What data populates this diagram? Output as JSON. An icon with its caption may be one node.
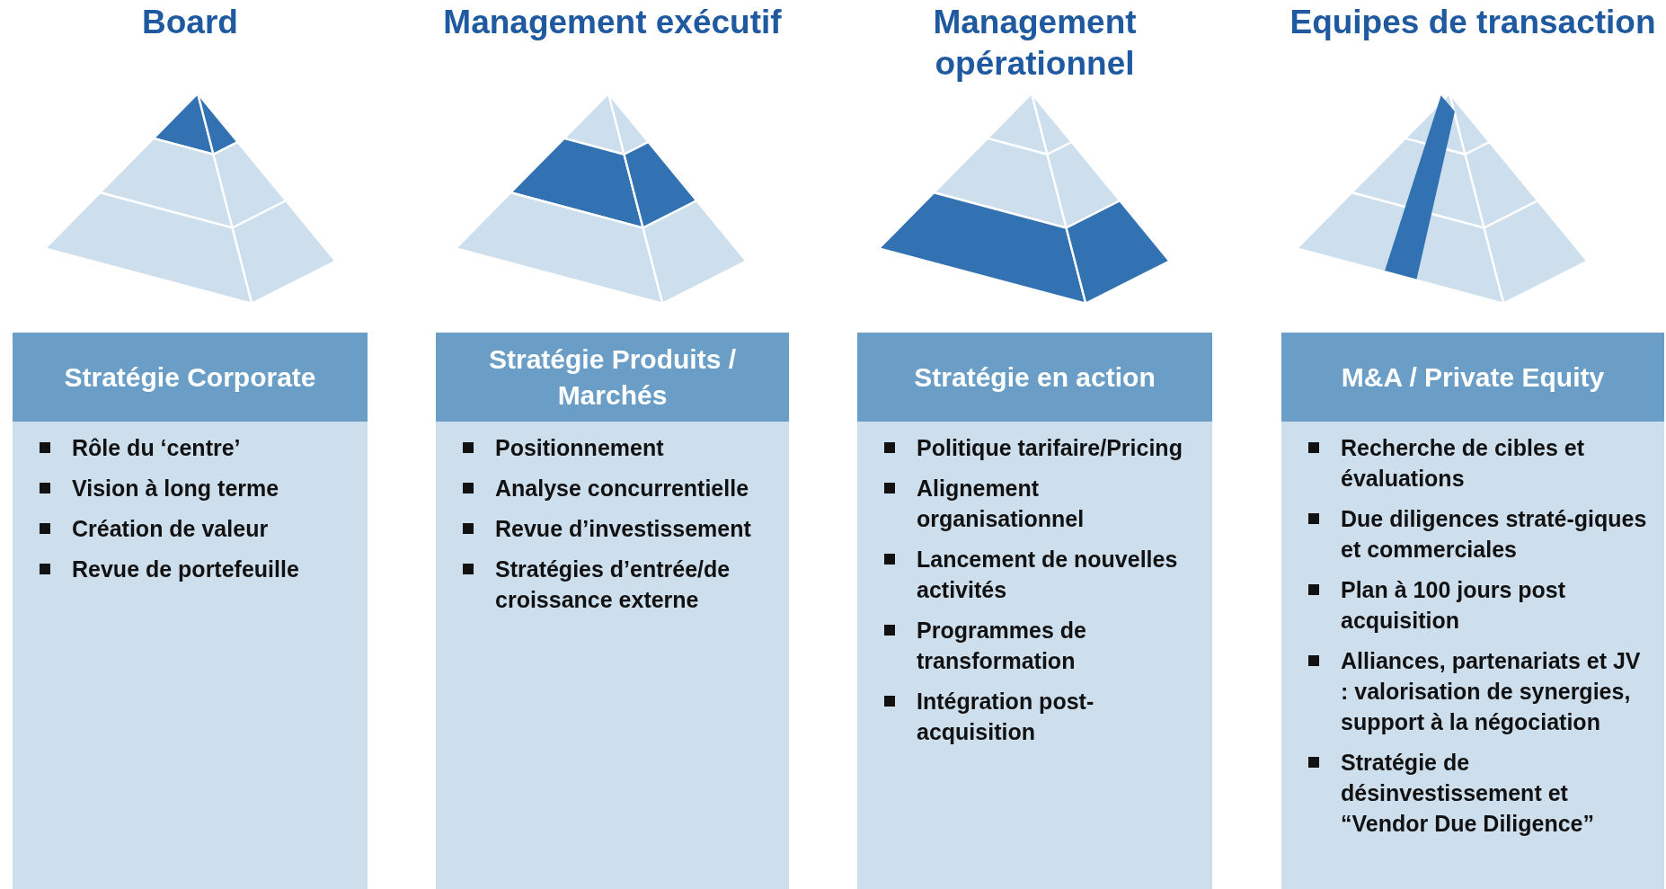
{
  "diagram": {
    "nodes": [
      {
        "text": [
          "Stratégie Corporate",
          "Rôle du ‘centre’",
          "Vision à long terme",
          "Création de valeur",
          "Revue de portefeuille"
        ]
      },
      {
        "text": [
          "Stratégie Produits / Marchés",
          "Positionnement",
          "Analyse concurrentielle",
          "Revue d’investissement",
          "Stratégies d’entrée/de croissance externe"
        ]
      },
      {
        "text": [
          "Stratégie en action",
          "Politique tarifaire/Pricing",
          "Alignement organisationnel",
          "Lancement de nouvelles activités",
          "Programmes de transformation",
          "Intégration post-acquisition"
        ]
      },
      {
        "text": [
          "M&A / Private Equity",
          "Recherche de cibles et évaluations",
          "Due diligences straté-giques et commerciales",
          "Plan à 100 jours post acquisition",
          "Alliances, partenariats et JV : valorisation de synergies, support à la négociation",
          "Stratégie de désinvestissement et “Vendor Due Diligence”"
        ]
      }
    ],
    "labels": [
      "Board",
      "Management exécutif",
      "Management opérationnel",
      "Equipes de transaction"
    ]
  }
}
